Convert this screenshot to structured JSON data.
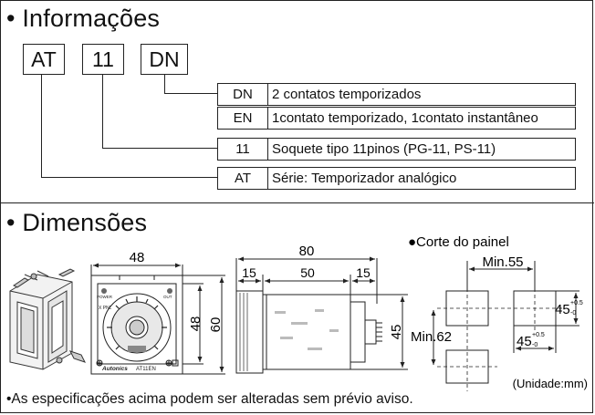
{
  "info": {
    "title": "• Informações",
    "codes": [
      "AT",
      "11",
      "DN"
    ],
    "options": [
      {
        "code": "DN",
        "desc": "2 contatos temporizados"
      },
      {
        "code": "EN",
        "desc": "1contato temporizado, 1contato instantâneo"
      },
      {
        "code": "11",
        "desc": "Soquete tipo 11pinos (PG-11, PS-11)"
      },
      {
        "code": "AT",
        "desc": "Série: Temporizador analógico"
      }
    ]
  },
  "dims": {
    "title": "• Dimensões",
    "front": {
      "width": "48",
      "height_inner": "48",
      "height_outer": "60",
      "brand": "Autonics",
      "model": "AT11EN"
    },
    "side": {
      "total": "80",
      "left": "15",
      "middle": "50",
      "right": "15",
      "height": "45"
    },
    "panel": {
      "title": "●Corte do painel",
      "h_spacing": "Min.55",
      "v_spacing": "Min.62",
      "cut_h": "45",
      "cut_h_tol_plus": "+0.5",
      "cut_h_tol_minus": "-0",
      "cut_w": "45",
      "cut_w_tol_plus": "+0.5",
      "cut_w_tol_minus": "-0"
    },
    "unit": "(Unidade:mm)"
  },
  "footnote": "•As especificações acima podem ser alteradas sem prévio aviso."
}
